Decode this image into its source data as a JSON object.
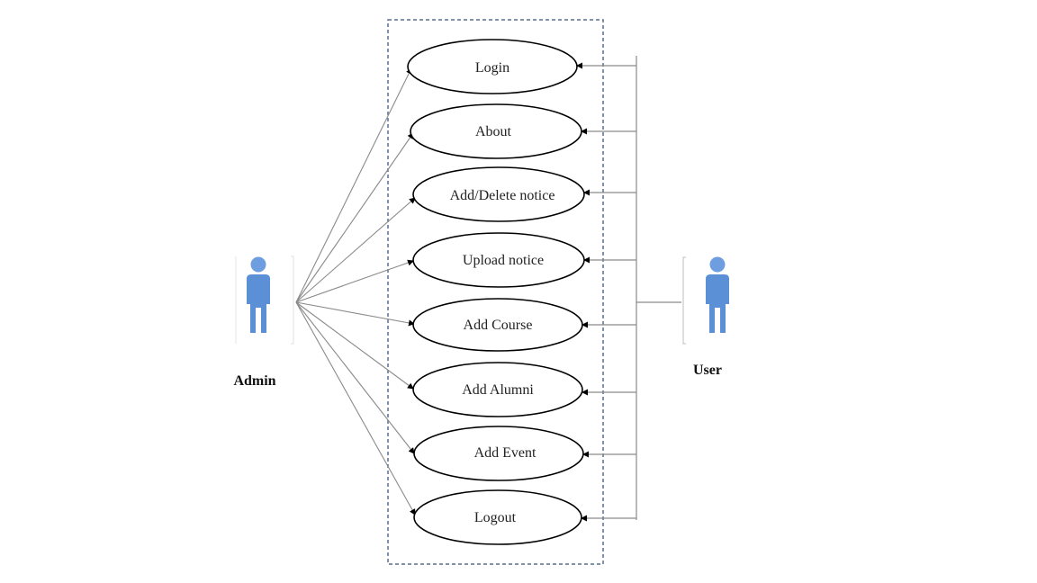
{
  "actors": {
    "admin": {
      "label": "Admin"
    },
    "user": {
      "label": "User"
    }
  },
  "use_cases": [
    {
      "label": "Login"
    },
    {
      "label": "About"
    },
    {
      "label": "Add/Delete notice"
    },
    {
      "label": "Upload notice"
    },
    {
      "label": "Add Course"
    },
    {
      "label": "Add Alumni"
    },
    {
      "label": "Add Event"
    },
    {
      "label": "Logout"
    }
  ],
  "colors": {
    "actor_body": "#5b8fd6",
    "actor_head": "#6e9ee0",
    "boundary": "#5a6f8f",
    "admin_line": "#8a8a8a",
    "user_line": "#8a8a8a",
    "ellipse_stroke": "#000000"
  }
}
